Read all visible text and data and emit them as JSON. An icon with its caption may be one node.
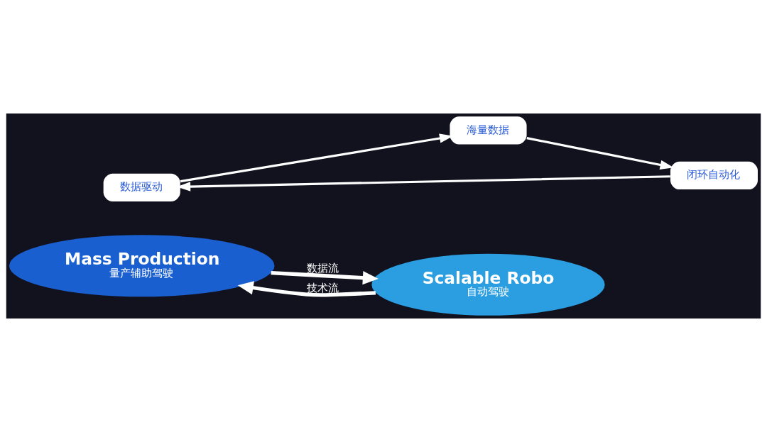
{
  "diagram": {
    "nodes": [
      {
        "text": [
          "Mass Production",
          "量产辅助驾驶"
        ]
      },
      {
        "text": [
          "Scalable Robo",
          "自动驾驶"
        ]
      },
      {
        "text": [
          "数据驱动"
        ]
      },
      {
        "text": [
          "海量数据"
        ]
      },
      {
        "text": [
          "闭环自动化"
        ]
      }
    ],
    "edges": [
      {
        "from": 0,
        "to": 1,
        "arrow": "to",
        "label": "数据流"
      },
      {
        "from": 1,
        "to": 0,
        "arrow": "to",
        "label": "技术流"
      },
      {
        "from": 2,
        "to": 3,
        "arrow": "to"
      },
      {
        "from": 3,
        "to": 4,
        "arrow": "to"
      },
      {
        "from": 4,
        "to": 2,
        "arrow": "to"
      }
    ]
  }
}
